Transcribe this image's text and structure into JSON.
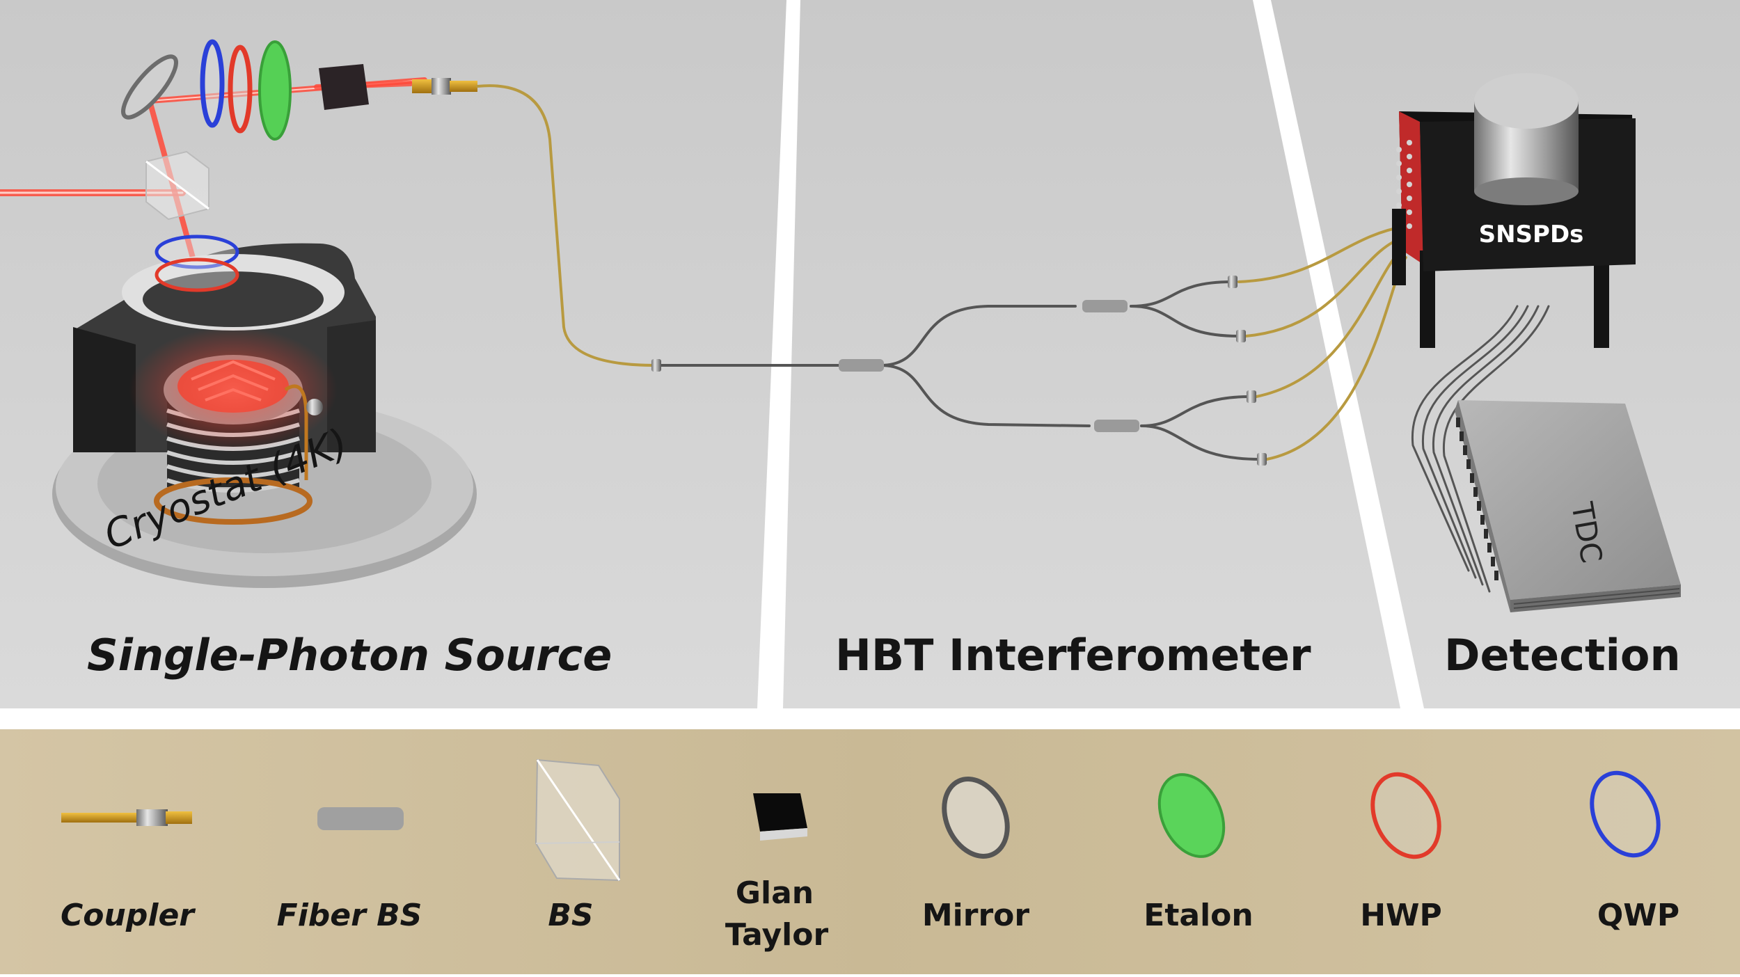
{
  "sections": {
    "source": "Single-Photon Source",
    "hbt": "HBT Interferometer",
    "detection": "Detection"
  },
  "devices": {
    "cryostat": "Cryostat (4K)",
    "snspds": "SNSPDs",
    "tdc": "TDC"
  },
  "legend": {
    "coupler": "Coupler",
    "fiber_bs": "Fiber BS",
    "bs": "BS",
    "glan_line1": "Glan",
    "glan_line2": "Taylor",
    "mirror": "Mirror",
    "etalon": "Etalon",
    "hwp": "HWP",
    "qwp": "QWP"
  },
  "colors": {
    "panel_bg": "#d6d6d6",
    "legend_bg": "#cdbf9f",
    "laser": "#ff4a3a",
    "fiber": "#b89a40",
    "etalon": "#4fd04f",
    "hwp_ring": "#e23a2a",
    "qwp_ring": "#2a40d8"
  }
}
